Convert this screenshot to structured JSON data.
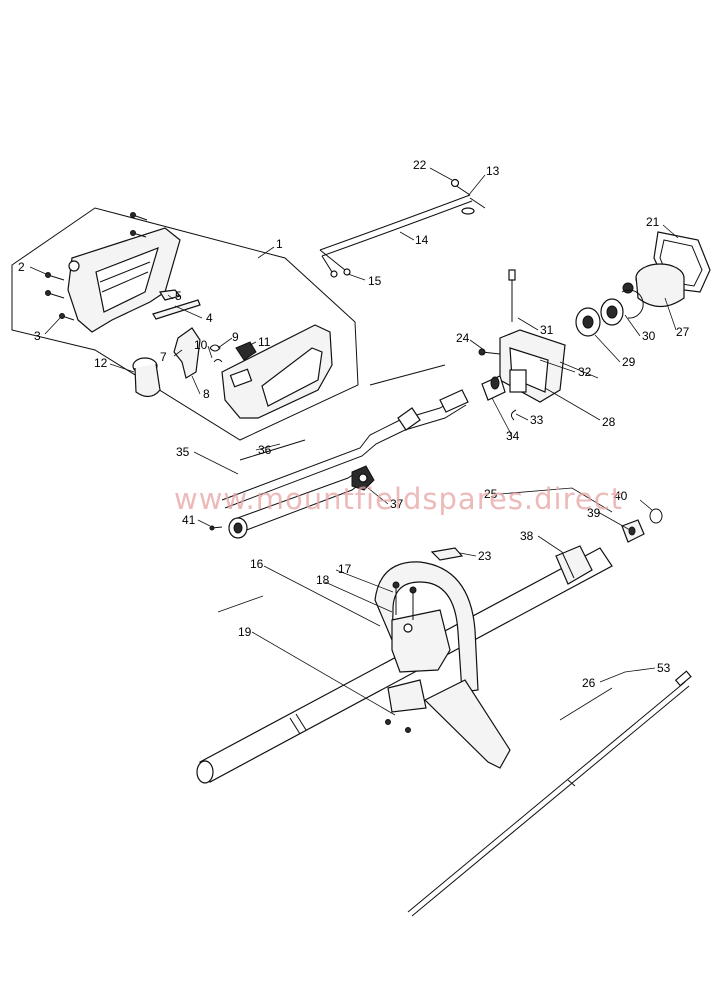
{
  "watermark": "www.mountfieldspares.direct",
  "labels": [
    {
      "id": "1",
      "text": "1"
    },
    {
      "id": "2",
      "text": "2"
    },
    {
      "id": "3",
      "text": "3"
    },
    {
      "id": "4",
      "text": "4"
    },
    {
      "id": "5",
      "text": "5"
    },
    {
      "id": "7",
      "text": "7"
    },
    {
      "id": "8",
      "text": "8"
    },
    {
      "id": "9",
      "text": "9"
    },
    {
      "id": "10",
      "text": "10"
    },
    {
      "id": "11",
      "text": "11"
    },
    {
      "id": "12",
      "text": "12"
    },
    {
      "id": "13",
      "text": "13"
    },
    {
      "id": "14",
      "text": "14"
    },
    {
      "id": "15",
      "text": "15"
    },
    {
      "id": "16",
      "text": "16"
    },
    {
      "id": "17",
      "text": "17"
    },
    {
      "id": "18",
      "text": "18"
    },
    {
      "id": "19",
      "text": "19"
    },
    {
      "id": "21",
      "text": "21"
    },
    {
      "id": "22",
      "text": "22"
    },
    {
      "id": "23",
      "text": "23"
    },
    {
      "id": "24",
      "text": "24"
    },
    {
      "id": "25",
      "text": "25"
    },
    {
      "id": "26",
      "text": "26"
    },
    {
      "id": "27",
      "text": "27"
    },
    {
      "id": "28",
      "text": "28"
    },
    {
      "id": "29",
      "text": "29"
    },
    {
      "id": "30",
      "text": "30"
    },
    {
      "id": "31",
      "text": "31"
    },
    {
      "id": "32",
      "text": "32"
    },
    {
      "id": "33",
      "text": "33"
    },
    {
      "id": "34",
      "text": "34"
    },
    {
      "id": "35",
      "text": "35"
    },
    {
      "id": "36",
      "text": "36"
    },
    {
      "id": "37",
      "text": "37"
    },
    {
      "id": "38",
      "text": "38"
    },
    {
      "id": "39",
      "text": "39"
    },
    {
      "id": "40",
      "text": "40"
    },
    {
      "id": "41",
      "text": "41"
    },
    {
      "id": "53",
      "text": "53"
    }
  ]
}
